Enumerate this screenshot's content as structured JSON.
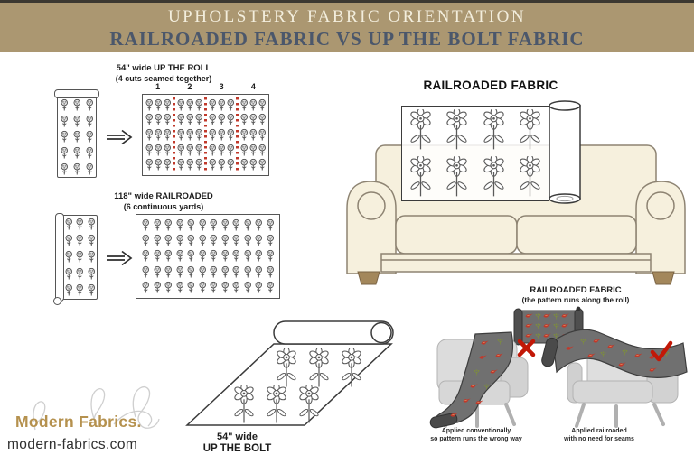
{
  "header": {
    "line1": "UPHOLSTERY FABRIC ORIENTATION",
    "line2": "RAILROADED FABRIC VS UP THE BOLT FABRIC"
  },
  "up_the_roll": {
    "title": "54\" wide UP THE ROLL",
    "subtitle": "(4 cuts seamed together)",
    "cut_numbers": [
      "1",
      "2",
      "3",
      "4"
    ],
    "sections": 4,
    "roll_grid": {
      "rows": 5,
      "cols": 3
    },
    "section_grid": {
      "rows": 5,
      "cols": 3
    }
  },
  "railroaded": {
    "title": "118\" wide RAILROADED",
    "subtitle": "(6 continuous yards)",
    "roll_grid": {
      "rows": 5,
      "cols": 3
    },
    "grid": {
      "rows": 5,
      "cols": 12
    }
  },
  "sofa": {
    "title": "RAILROADED FABRIC",
    "fabric_grid": {
      "rows": 2,
      "cols": 4
    }
  },
  "up_the_bolt": {
    "label_line1": "54\" wide",
    "label_line2": "UP THE BOLT",
    "fabric_grid": {
      "rows": 2,
      "cols": 3
    }
  },
  "application": {
    "title": "RAILROADED FABRIC",
    "subtitle": "(the pattern runs along the roll)",
    "wrong": {
      "line1": "Applied conventionally",
      "line2": "so pattern runs the wrong way"
    },
    "correct": {
      "line1": "Applied railroaded",
      "line2": "with no need for seams"
    }
  },
  "logo": {
    "brand": "Modern Fabrics.",
    "website": "modern-fabrics.com"
  },
  "colors": {
    "header_bg": "#ab9771",
    "header_text_light": "#f3eedd",
    "header_text_dark": "#4b576b",
    "seam_red": "#c0392b",
    "mark_red": "#c21807",
    "fabric_gray": "#6e6e6e",
    "sofa_cream": "#f6f0dd",
    "logo_gold": "#b5914e"
  }
}
